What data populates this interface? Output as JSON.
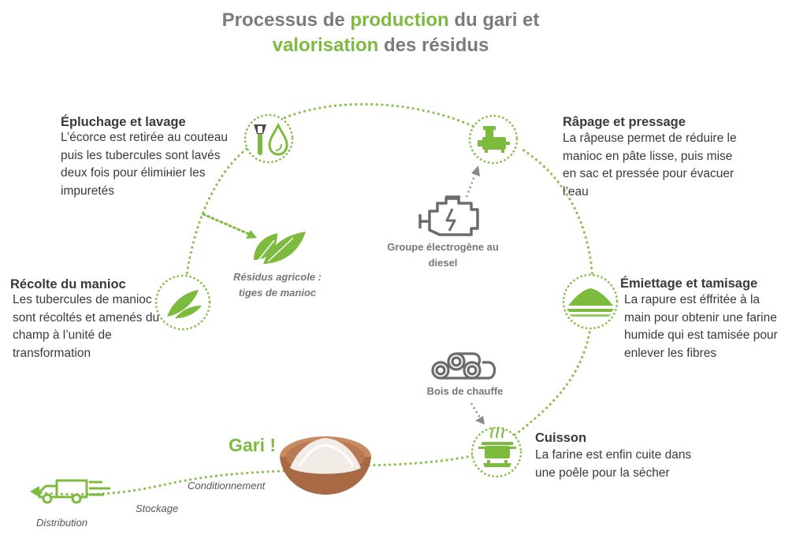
{
  "title": {
    "line1_a": "Processus de ",
    "line1_hl": "production",
    "line1_b": " du gari et",
    "line2_hl": "valorisation",
    "line2_b": " des résidus"
  },
  "steps": [
    {
      "title": "Épluchage et lavage",
      "desc": "L’écorce est retirée au couteau puis les tubercules sont lavés deux fois pour élimінier les impuretés"
    },
    {
      "title": "Râpage et pressage",
      "desc": "La râpeuse permet de réduire le manioc en pâte lisse, puis mise en sac et pressée pour évacuer l’eau"
    },
    {
      "title": "Récolte du manioc",
      "desc": "Les tubercules de manioc sont récoltés et amenés du champ à l’unité de transformation"
    },
    {
      "title": "Émiettage et tamisage",
      "desc": "La rapure est éffritée à la main pour obtenir une farine humide qui est tamisée pour enlever les fibres"
    },
    {
      "title": "Cuisson",
      "desc": "La farine est enfin cuite dans une poêle pour la sécher"
    }
  ],
  "inputs": {
    "generator": "Groupe électrogène  au diesel",
    "firewood": "Bois de chauffe"
  },
  "residue": "Résidus agricole : tiges de manioc",
  "output": {
    "gari": "Gari !",
    "packaging": "Conditionnement",
    "storage": "Stockage",
    "distribution": "Distribution"
  },
  "colors": {
    "accent": "#7dbb3f",
    "dots": "#8cc152",
    "title_grey": "#7b7b7b",
    "icon_grey": "#6b6b6b"
  }
}
